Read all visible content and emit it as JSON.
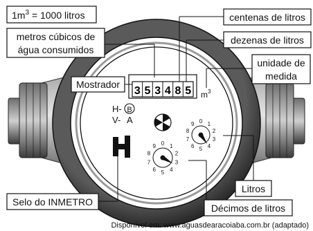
{
  "labels": {
    "volume": "1m",
    "volume_sup": "3",
    "volume_rest": " = 1000 litros",
    "metros_line1": "metros cúbicos de",
    "metros_line2": "água consumidos",
    "centenas": "centenas de litros",
    "dezenas": "dezenas de litros",
    "unidade_line1": "unidade de",
    "unidade_line2": "medida",
    "mostrador": "Mostrador",
    "selo": "Selo do INMETRO",
    "litros": "Litros",
    "decimos": "Décimos de litros",
    "source": "Disponível em: www.aguasdearacoiaba.com.br (adaptado)"
  },
  "meter": {
    "digits": [
      "3",
      "5",
      "3",
      "4",
      "8",
      "5"
    ],
    "unit": "m",
    "unit_sup": "3",
    "h_letter": "H-",
    "b_letter": "B",
    "v_letter": "V-",
    "a_letter": "A"
  },
  "dial_ticks": [
    "0",
    "1",
    "2",
    "3",
    "4",
    "5",
    "6",
    "7",
    "8",
    "9"
  ],
  "colors": {
    "body_dark": "#3a3a3a",
    "body_mid": "#8a8a8a",
    "body_light": "#d0d0d0",
    "line": "#111111"
  }
}
